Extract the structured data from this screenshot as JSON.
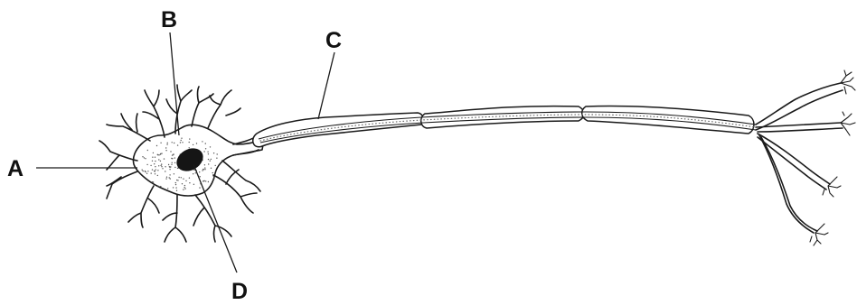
{
  "labels": {
    "a": "A",
    "b": "B",
    "c": "C",
    "d": "D"
  },
  "colors": {
    "ink": "#1a1a1a",
    "nucleus": "#151515",
    "background": "#ffffff"
  }
}
